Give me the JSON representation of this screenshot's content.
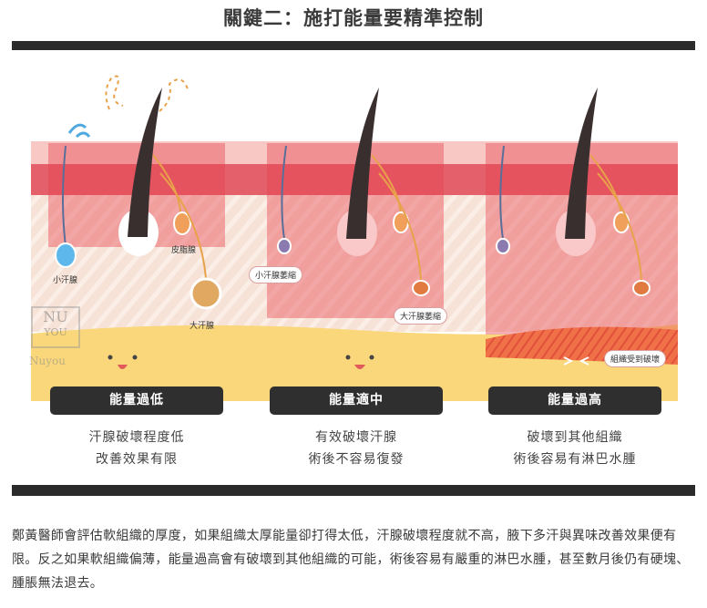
{
  "title": "關鍵二：施打能量要精準控制",
  "watermark": {
    "line1": "NU",
    "line2": "YOU",
    "brand": "Nuyou"
  },
  "panels": [
    {
      "pill": "能量過低",
      "caption1": "汗腺破壞程度低",
      "caption2": "改善效果有限",
      "labels": {
        "sweat": "小汗腺",
        "sebaceous": "皮脂腺",
        "apocrine": "大汗腺"
      }
    },
    {
      "pill": "能量適中",
      "caption1": "有效破壞汗腺",
      "caption2": "術後不容易復發",
      "labels": {
        "small": "小汗腺萎縮",
        "large": "大汗腺萎縮"
      }
    },
    {
      "pill": "能量過高",
      "caption1": "破壞到其他組織",
      "caption2": "術後容易有淋巴水腫",
      "labels": {
        "damage": "組織受到破壞"
      }
    }
  ],
  "description": "鄭黃醫師會評估軟組織的厚度，如果組織太厚能量卻打得太低，汗腺破壞程度就不高，腋下多汗與異味改善效果便有限。反之如果軟組織偏薄，能量過高會有破壞到其他組織的可能，術後容易有嚴重的淋巴水腫，甚至數月後仍有硬塊、腫脹無法退去。",
  "colors": {
    "skin_top": "#f7d4c6",
    "epidermis": "#e0505a",
    "dermis": "#f6e2d6",
    "fat": "#f9d77a",
    "energy": "#e8434f",
    "hair": "#3a2f2f",
    "dark_bar": "#2b2b2b"
  }
}
